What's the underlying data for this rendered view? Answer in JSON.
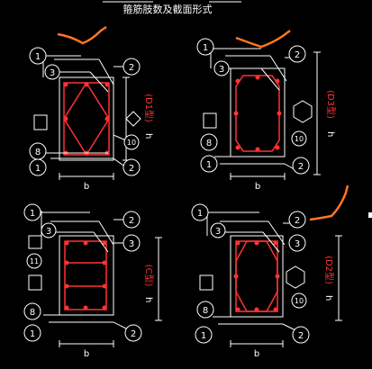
{
  "title": "箍筋肢数及截面形式",
  "colors": {
    "background": "#000000",
    "line": "#ffffff",
    "rebar": "#ff3333",
    "markup": "#ff7722"
  },
  "marks": {
    "m1": "1",
    "m2": "2",
    "m3": "3",
    "m8": "8",
    "m10": "10",
    "m11": "11"
  },
  "panels": {
    "top_left": {
      "dim_width": "b",
      "dim_height": "h",
      "type_label": "(D1型)"
    },
    "top_right": {
      "dim_width": "b",
      "dim_height": "h",
      "type_label": "(D3型)"
    },
    "bottom_left": {
      "dim_width": "b",
      "dim_height": "h",
      "type_label": "(C型)"
    },
    "bottom_right": {
      "dim_width": "b",
      "dim_height": "h",
      "type_label": "(D2型)"
    }
  }
}
